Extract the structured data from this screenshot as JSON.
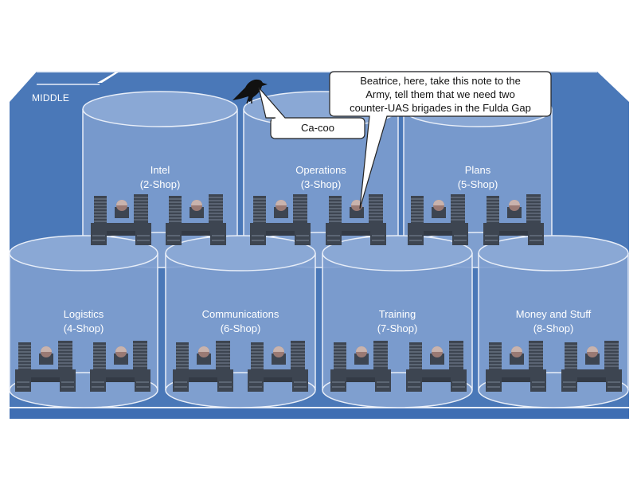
{
  "region": {
    "label": "MIDDLE"
  },
  "colors": {
    "background": "#4a78b8",
    "band": "#3f6eb3",
    "cylinder_fill": "#7f9fcf",
    "cylinder_stroke": "#e8eef8",
    "desk": "#3d4551"
  },
  "shops": [
    {
      "name": "Intel",
      "code": "(2-Shop)"
    },
    {
      "name": "Operations",
      "code": "(3-Shop)"
    },
    {
      "name": "Plans",
      "code": "(5-Shop)"
    },
    {
      "name": "Logistics",
      "code": "(4-Shop)"
    },
    {
      "name": "Communications",
      "code": "(6-Shop)"
    },
    {
      "name": "Training",
      "code": "(7-Shop)"
    },
    {
      "name": "Money and Stuff",
      "code": "(8-Shop)"
    }
  ],
  "callouts": {
    "bird": "Ca-coo",
    "note": [
      "Beatrice, here, take this note to the",
      "Army, tell them that we need two",
      "counter-UAS brigades in the Fulda Gap"
    ]
  },
  "icons": {
    "bird": "crow-icon",
    "desk": "desk-icon"
  }
}
